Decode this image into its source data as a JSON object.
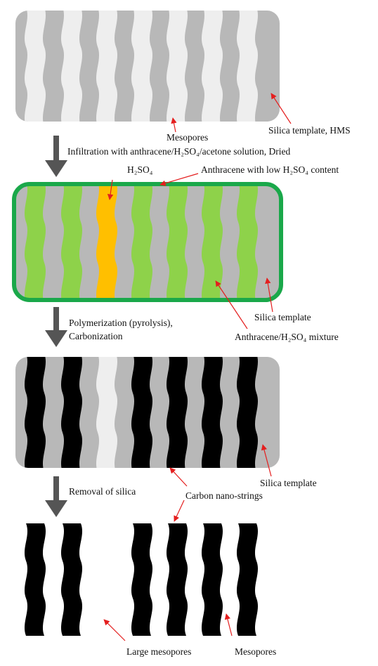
{
  "labels": {
    "mesopores_1": "Mesopores",
    "silica_hms": "Silica template, HMS",
    "step1": "Infiltration with anthracene/H₂SO₄/acetone solution, Dried",
    "h2so4": "H₂SO₄",
    "anthracene_low": "Anthracene with low H₂SO₄ content",
    "silica_2": "Silica template",
    "mixture": "Anthracene/H₂SO₄ mixture",
    "step2_line1": "Polymerization (pyrolysis),",
    "step2_line2": "Carbonization",
    "silica_3": "Silica template",
    "step3": "Removal of silica",
    "nano_strings": "Carbon nano-strings",
    "large_mesopores": "Large mesopores",
    "mesopores_2": "Mesopores"
  },
  "colors": {
    "silica": "#b8b8b8",
    "pore": "#eeeeee",
    "anthracene": "#8ed24a",
    "acid": "#ffbf00",
    "carbon": "#000000",
    "border_green": "#1aa84a",
    "arrow_dark": "#555555",
    "pointer_red": "#e41e1e"
  }
}
